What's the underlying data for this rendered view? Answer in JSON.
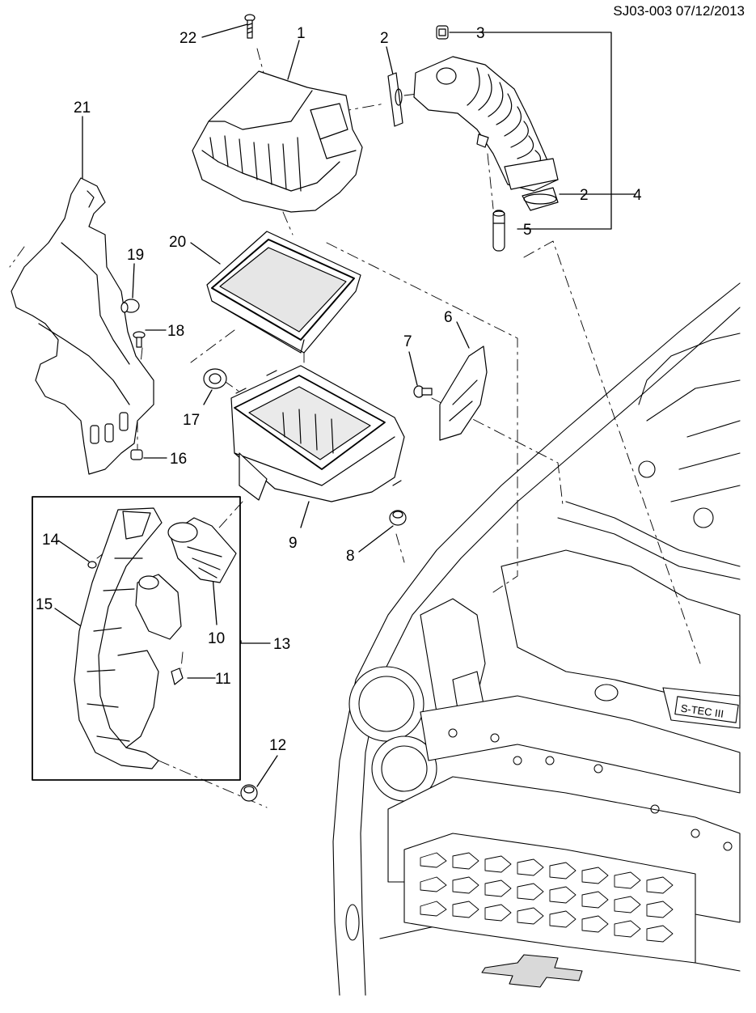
{
  "reference_code": "SJ03-003 07/12/2013",
  "colors": {
    "line": "#000000",
    "part_fill": "#ffffff",
    "shade": "#d9d9d9"
  },
  "callouts": {
    "c1": "1",
    "c2a": "2",
    "c2b": "2",
    "c3": "3",
    "c4": "4",
    "c5": "5",
    "c6": "6",
    "c7": "7",
    "c8": "8",
    "c9": "9",
    "c10": "10",
    "c11": "11",
    "c12": "12",
    "c13": "13",
    "c14": "14",
    "c15": "15",
    "c16": "16",
    "c17": "17",
    "c18": "18",
    "c19": "19",
    "c20": "20",
    "c21": "21",
    "c22": "22"
  },
  "grille_badge": "S-TEC III"
}
